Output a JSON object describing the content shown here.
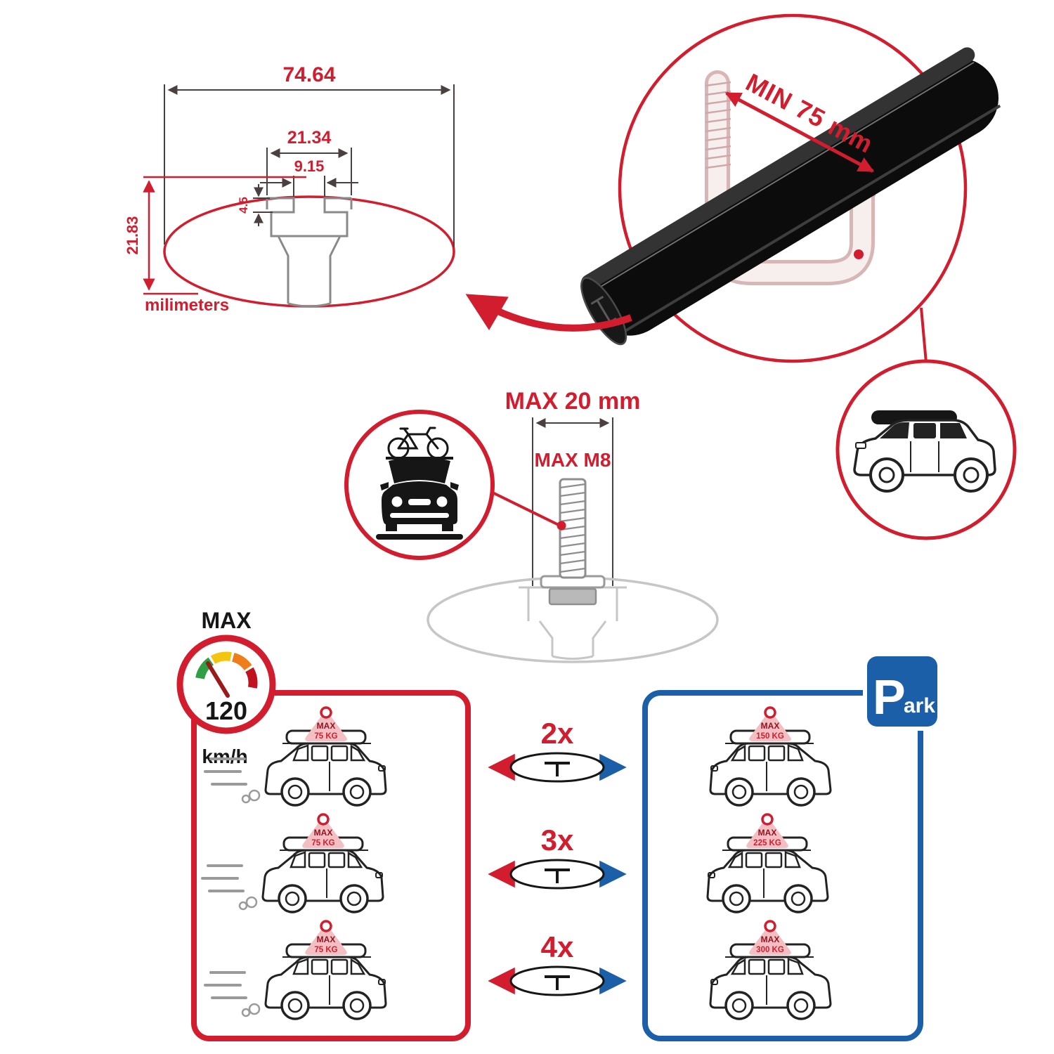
{
  "palette": {
    "red": "#d21d2e",
    "dark_red": "#8f1622",
    "blue": "#1b5fa8",
    "black": "#161616",
    "ghost_gray": "#c6c6c6",
    "ghost_pink": "#d8b6b6",
    "tag_pink": "#f4bfc3"
  },
  "technical_drawing": {
    "width_total": "74.64",
    "width_channel": "21.34",
    "width_slot": "9.15",
    "lip_depth": "4.5",
    "height_total": "21.83",
    "units": "milimeters"
  },
  "bar_detail": {
    "min_label": "MIN 75 mm"
  },
  "bolt_detail": {
    "width_label": "MAX 20 mm",
    "thread_label": "MAX M8"
  },
  "speedometer": {
    "title": "MAX",
    "value": "120",
    "units": "km/h"
  },
  "park_sign": {
    "p": "P",
    "ark": "ark"
  },
  "multipliers": [
    "2x",
    "3x",
    "4x"
  ],
  "driving_cars": [
    {
      "line1": "MAX",
      "line2": "75 KG"
    },
    {
      "line1": "MAX",
      "line2": "75 KG"
    },
    {
      "line1": "MAX",
      "line2": "75 KG"
    }
  ],
  "parked_cars": [
    {
      "line1": "MAX",
      "line2": "150 KG"
    },
    {
      "line1": "MAX",
      "line2": "225 KG"
    },
    {
      "line1": "MAX",
      "line2": "300 KG"
    }
  ]
}
